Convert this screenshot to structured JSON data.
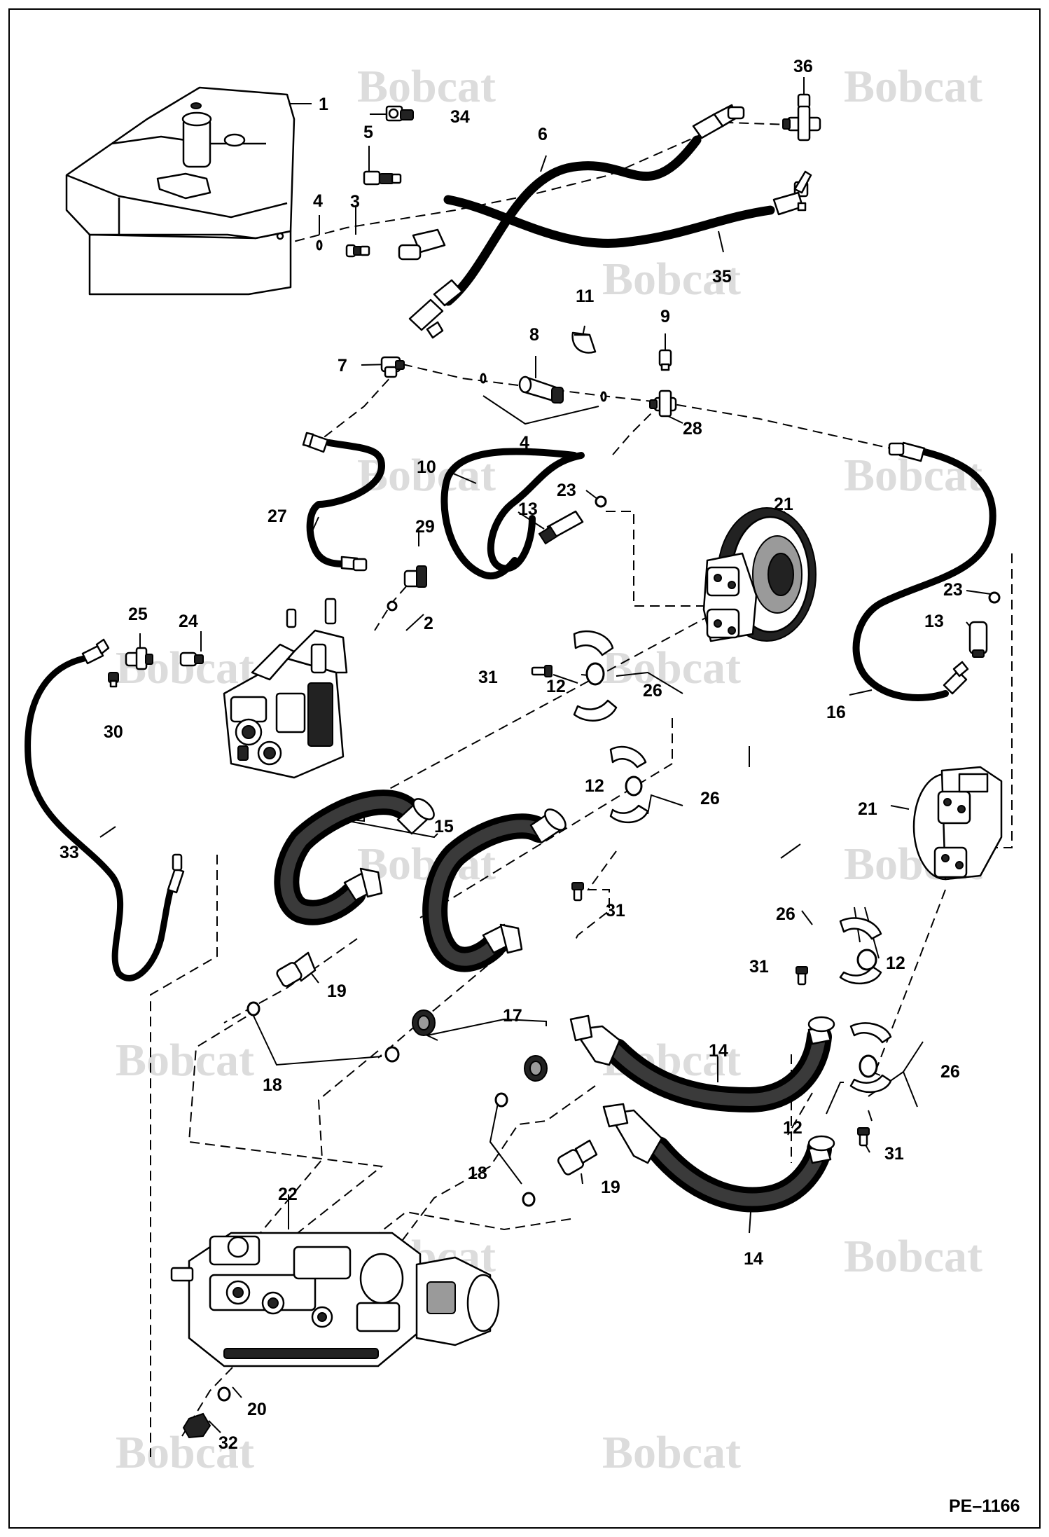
{
  "diagram": {
    "watermark": "Bobcat",
    "code": "PE–1166",
    "callouts": {
      "1": "1",
      "2": "2",
      "3": "3",
      "4a": "4",
      "4b": "4",
      "5": "5",
      "6": "6",
      "7": "7",
      "8": "8",
      "9": "9",
      "10": "10",
      "11": "11",
      "12a": "12",
      "12b": "12",
      "12c": "12",
      "12d": "12",
      "13a": "13",
      "13b": "13",
      "14a": "14",
      "14b": "14",
      "15": "15",
      "16": "16",
      "17": "17",
      "18a": "18",
      "18b": "18",
      "19a": "19",
      "19b": "19",
      "20": "20",
      "21a": "21",
      "21b": "21",
      "22": "22",
      "23a": "23",
      "23b": "23",
      "24": "24",
      "25": "25",
      "26a": "26",
      "26b": "26",
      "26c": "26",
      "26d": "26",
      "27": "27",
      "28": "28",
      "29": "29",
      "30": "30",
      "31a": "31",
      "31b": "31",
      "31c": "31",
      "31d": "31",
      "32": "32",
      "33": "33",
      "34": "34",
      "35": "35",
      "36": "36"
    }
  }
}
